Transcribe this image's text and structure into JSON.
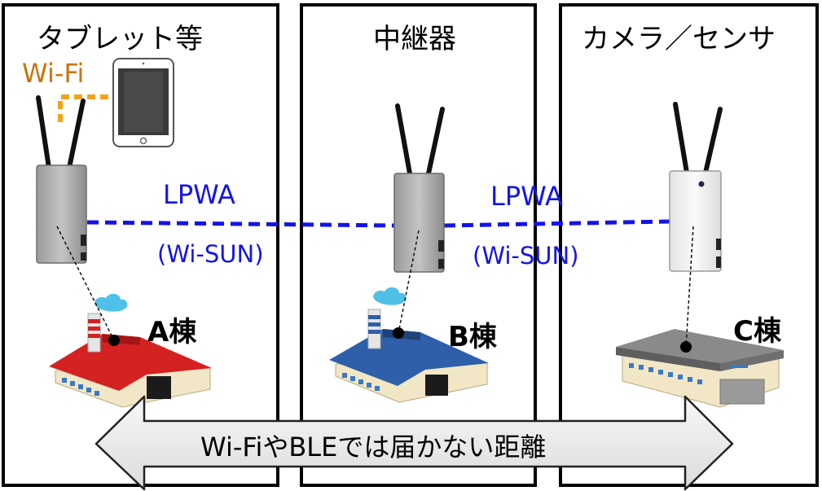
{
  "panels": [
    {
      "title": "タブレット等"
    },
    {
      "title": "中継器"
    },
    {
      "title": "カメラ／センサ"
    }
  ],
  "wifi": {
    "label": "Wi-Fi",
    "color": "#c8750f",
    "link_color": "#f5a21a"
  },
  "links": [
    {
      "label": "LPWA",
      "sublabel": "(Wi-SUN)"
    },
    {
      "label": "LPWA",
      "sublabel": "(Wi-SUN)"
    }
  ],
  "link_color": "#1414e6",
  "buildings": [
    {
      "label": "A棟",
      "roof_color": "#d42121"
    },
    {
      "label": "B棟",
      "roof_color": "#2e5fa8"
    },
    {
      "label": "C棟",
      "roof_color": "#8a8a8a"
    }
  ],
  "distance_arrow": {
    "label": "Wi-FiやBLEでは届かない距離"
  }
}
